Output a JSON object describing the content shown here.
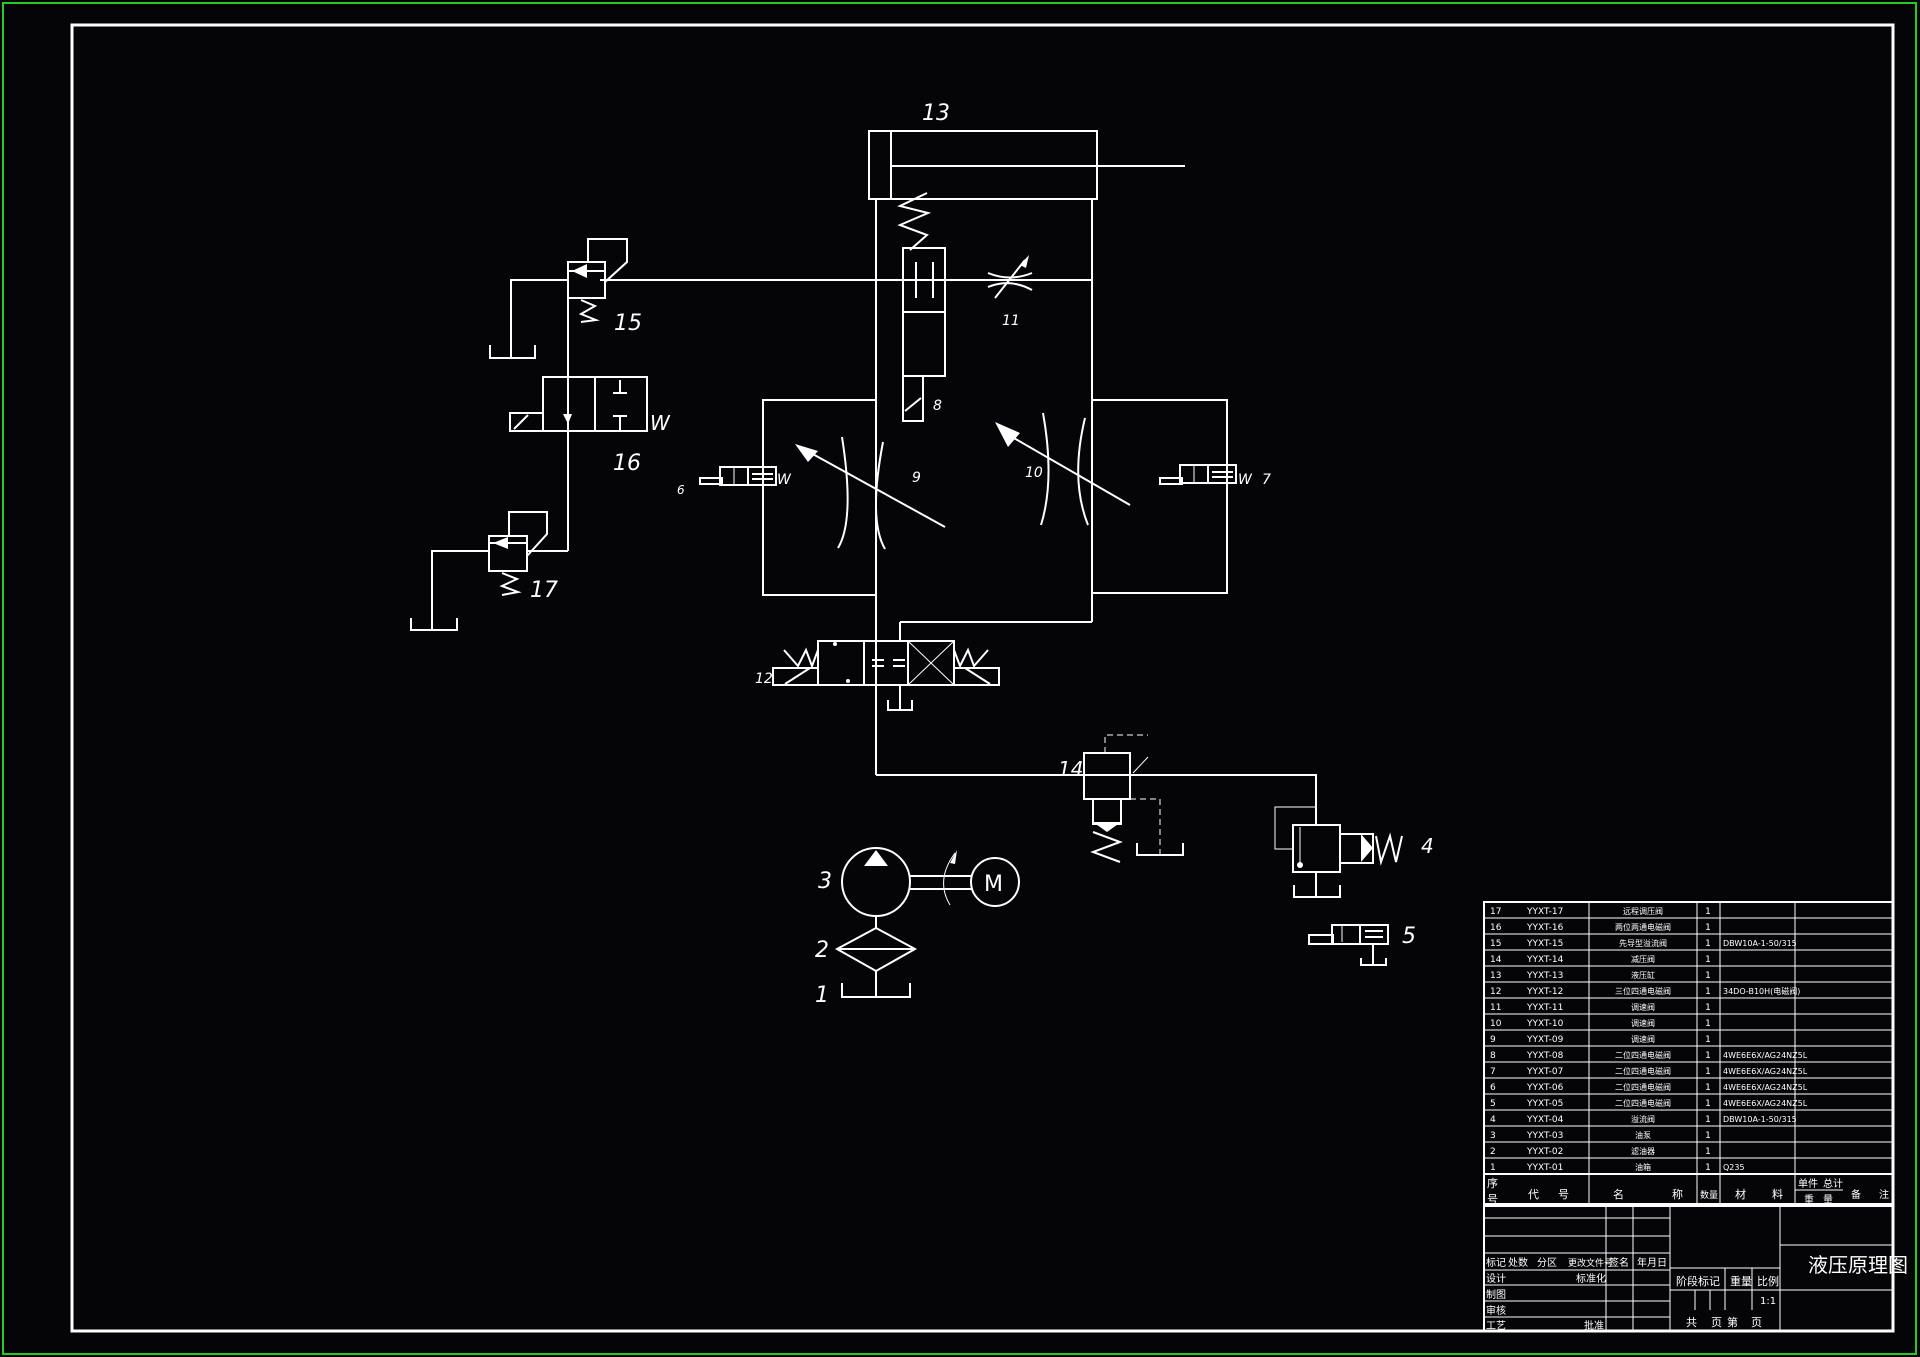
{
  "drawing": {
    "border_color": "#22cc22",
    "line_color": "#ffffff",
    "background_color": "#050407",
    "title": "液压原理图",
    "scale": "1:1"
  },
  "components": {
    "c1": "1",
    "c2": "2",
    "c3": "3",
    "c4": "4",
    "c5": "5",
    "c6": "6",
    "c7": "7",
    "c8": "8",
    "c9": "9",
    "c10": "10",
    "c11": "11",
    "c12": "12",
    "c13": "13",
    "c14": "14",
    "c15": "15",
    "c16": "16",
    "c17": "17",
    "motor": "M",
    "spring": "W"
  },
  "bom": {
    "rows": [
      {
        "no": "17",
        "code": "YYXT-17",
        "name": "远程调压阀",
        "qty": "1",
        "material": "",
        "note": ""
      },
      {
        "no": "16",
        "code": "YYXT-16",
        "name": "两位两通电磁阀",
        "qty": "1",
        "material": "",
        "note": ""
      },
      {
        "no": "15",
        "code": "YYXT-15",
        "name": "先导型溢流阀",
        "qty": "1",
        "material": "DBW10A-1-50/315",
        "note": ""
      },
      {
        "no": "14",
        "code": "YYXT-14",
        "name": "减压阀",
        "qty": "1",
        "material": "",
        "note": ""
      },
      {
        "no": "13",
        "code": "YYXT-13",
        "name": "液压缸",
        "qty": "1",
        "material": "",
        "note": ""
      },
      {
        "no": "12",
        "code": "YYXT-12",
        "name": "三位四通电磁阀",
        "qty": "1",
        "material": "34DO-B10H(电磁阀)",
        "note": ""
      },
      {
        "no": "11",
        "code": "YYXT-11",
        "name": "调速阀",
        "qty": "1",
        "material": "",
        "note": ""
      },
      {
        "no": "10",
        "code": "YYXT-10",
        "name": "调速阀",
        "qty": "1",
        "material": "",
        "note": ""
      },
      {
        "no": "9",
        "code": "YYXT-09",
        "name": "调速阀",
        "qty": "1",
        "material": "",
        "note": ""
      },
      {
        "no": "8",
        "code": "YYXT-08",
        "name": "二位四通电磁阀",
        "qty": "1",
        "material": "4WE6E6X/AG24NZ5L",
        "note": ""
      },
      {
        "no": "7",
        "code": "YYXT-07",
        "name": "二位四通电磁阀",
        "qty": "1",
        "material": "4WE6E6X/AG24NZ5L",
        "note": ""
      },
      {
        "no": "6",
        "code": "YYXT-06",
        "name": "二位四通电磁阀",
        "qty": "1",
        "material": "4WE6E6X/AG24NZ5L",
        "note": ""
      },
      {
        "no": "5",
        "code": "YYXT-05",
        "name": "二位四通电磁阀",
        "qty": "1",
        "material": "4WE6E6X/AG24NZ5L",
        "note": ""
      },
      {
        "no": "4",
        "code": "YYXT-04",
        "name": "溢流阀",
        "qty": "1",
        "material": "DBW10A-1-50/315",
        "note": ""
      },
      {
        "no": "3",
        "code": "YYXT-03",
        "name": "油泵",
        "qty": "1",
        "material": "",
        "note": ""
      },
      {
        "no": "2",
        "code": "YYXT-02",
        "name": "滤油器",
        "qty": "1",
        "material": "",
        "note": ""
      },
      {
        "no": "1",
        "code": "YYXT-01",
        "name": "油箱",
        "qty": "1",
        "material": "Q235",
        "note": ""
      }
    ],
    "header": {
      "no_top": "序",
      "no_bottom": "号",
      "code_a": "代",
      "code_b": "号",
      "name_a": "名",
      "name_b": "称",
      "qty": "数量",
      "mat_a": "材",
      "mat_b": "料",
      "weight_top_a": "单件",
      "weight_top_b": "总计",
      "weight_bottom_a": "重",
      "weight_bottom_b": "量",
      "note_a": "备",
      "note_b": "注"
    }
  },
  "title_block": {
    "rev_labels": [
      "标记",
      "处数",
      "分区",
      "更改文件号",
      "签名",
      "年月日"
    ],
    "design": "设计",
    "standardize": "标准化",
    "drawing": "制图",
    "check": "审核",
    "process": "工艺",
    "approve": "批准",
    "stage_mark": "阶段标记",
    "weight": "重量",
    "scale_label": "比例",
    "scale_value": "1:1",
    "sheet_total": "共",
    "sheet_unit_a": "页",
    "sheet_no": "第",
    "sheet_unit_b": "页",
    "title": "液压原理图"
  }
}
